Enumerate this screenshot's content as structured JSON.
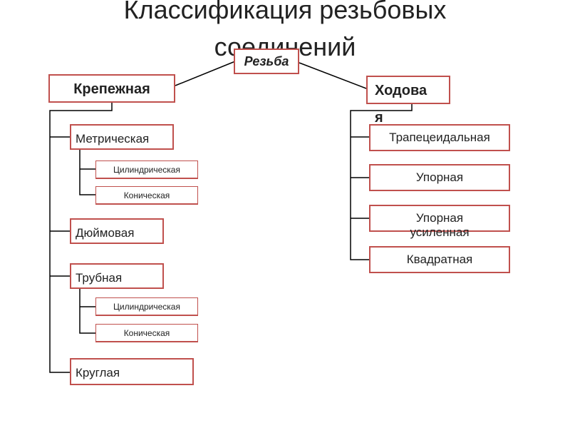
{
  "title": "Классификация резьбовых соединений",
  "root": {
    "label": "Резьба"
  },
  "left": {
    "label": "Крепежная",
    "metric": {
      "label": "Метрическая",
      "children": [
        "Цилиндрическая",
        "Коническая"
      ]
    },
    "inch": {
      "label": "Дюймовая"
    },
    "pipe": {
      "label": "Трубная",
      "children": [
        "Цилиндрическая",
        "Коническая"
      ]
    },
    "round": {
      "label": "Круглая"
    }
  },
  "right": {
    "label": "Ходовая",
    "items": [
      "Трапецеидальная",
      "Упорная",
      "Упорная усиленная",
      "Квадратная"
    ]
  },
  "colors": {
    "border": "#c0504d",
    "line": "#000000",
    "text": "#222222"
  }
}
